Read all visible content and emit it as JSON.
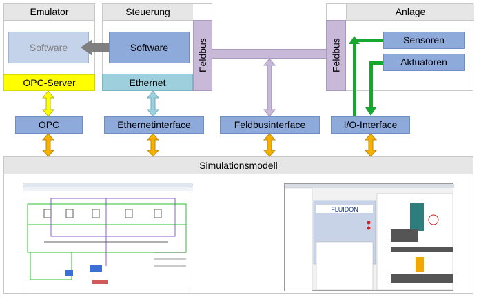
{
  "emulator": {
    "title": "Emulator",
    "software": "Software",
    "opc_server": "OPC-Server"
  },
  "steuerung": {
    "title": "Steuerung",
    "software": "Software",
    "ethernet": "Ethernet",
    "feldbus": "Feldbus"
  },
  "anlage": {
    "title": "Anlage",
    "feldbus": "Feldbus",
    "sensoren": "Sensoren",
    "aktuatoren": "Aktuatoren"
  },
  "interfaces": {
    "opc": "OPC",
    "ethernet": "Ethernetinterface",
    "feldbus": "Feldbusinterface",
    "io": "I/O-Interface"
  },
  "simulation": {
    "title": "Simulationsmodell",
    "right_brand": "FLUIDON"
  },
  "colors": {
    "header_gray": "#e7e6e6",
    "box_blue": "#8eaadb",
    "emulator_software": "#c5d3ea",
    "opc_yellow": "#ffff00",
    "ethernet_teal": "#9dcfdc",
    "feldbus_lavender": "#c9b9d9",
    "arrow_orange": "#f5b000",
    "arrow_green": "#16a82e"
  }
}
